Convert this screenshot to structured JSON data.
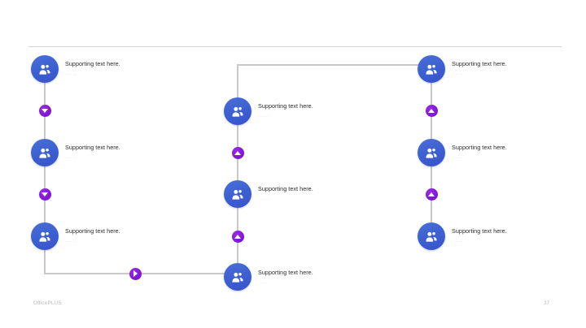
{
  "slide": {
    "footer_brand": "OfficePLUS",
    "page_number": "37",
    "accent_blue": "#3f62d4",
    "accent_purple": "#7d14d4",
    "line_color": "#c9c9c9",
    "rule_color": "#d4d4d4"
  },
  "columns": [
    {
      "id": "left",
      "flow_direction": "down",
      "nodes": [
        {
          "icon": "people-group-icon",
          "title": "Supporting text here.",
          "subtitle": "......"
        },
        {
          "icon": "people-group-icon",
          "title": "Supporting text here.",
          "subtitle": "......"
        },
        {
          "icon": "people-group-icon",
          "title": "Supporting text here.",
          "subtitle": "......"
        }
      ],
      "markers": [
        {
          "icon": "arrow-down-icon",
          "direction": "down"
        },
        {
          "icon": "arrow-down-icon",
          "direction": "down"
        }
      ]
    },
    {
      "id": "middle",
      "flow_direction": "up",
      "nodes": [
        {
          "icon": "people-group-icon",
          "title": "Supporting text here.",
          "subtitle": "......"
        },
        {
          "icon": "people-group-icon",
          "title": "Supporting text here.",
          "subtitle": "......"
        },
        {
          "icon": "people-group-icon",
          "title": "Supporting text here.",
          "subtitle": "......"
        }
      ],
      "markers": [
        {
          "icon": "arrow-up-icon",
          "direction": "up"
        },
        {
          "icon": "arrow-up-icon",
          "direction": "up"
        }
      ]
    },
    {
      "id": "right",
      "flow_direction": "up",
      "nodes": [
        {
          "icon": "people-group-icon",
          "title": "Supporting text here.",
          "subtitle": "......"
        },
        {
          "icon": "people-group-icon",
          "title": "Supporting text here.",
          "subtitle": "......"
        },
        {
          "icon": "people-group-icon",
          "title": "Supporting text here.",
          "subtitle": "......"
        }
      ],
      "markers": [
        {
          "icon": "arrow-up-icon",
          "direction": "up"
        },
        {
          "icon": "arrow-up-icon",
          "direction": "up"
        }
      ]
    }
  ],
  "connectors": {
    "bottom_marker": {
      "icon": "arrow-right-icon",
      "direction": "right"
    }
  }
}
